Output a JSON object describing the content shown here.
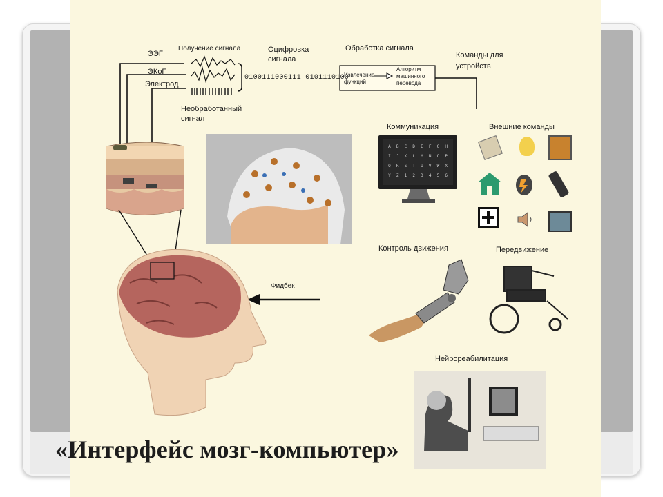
{
  "slide": {
    "title": "«Интерфейс мозг-компьютер»"
  },
  "diagram": {
    "signal_labels": {
      "eeg": "ЭЭГ",
      "ecog": "ЭКоГ",
      "electrode": "Электрод",
      "acquisition": "Получение сигнала",
      "raw_signal_line1": "Необработанный",
      "raw_signal_line2": "сигнал",
      "digitization_line1": "Оцифровка",
      "digitization_line2": "сигнала",
      "binary_stream": "0100111000111 0101110100",
      "processing": "Обработка сигнала",
      "feature_extraction_line1": "Извлечение",
      "feature_extraction_line2": "функций",
      "ml_algorithm_line1": "Алгоритм",
      "ml_algorithm_line2": "машинного",
      "ml_algorithm_line3": "перевода",
      "device_commands_line1": "Команды для",
      "device_commands_line2": "устройств"
    },
    "outputs": {
      "communication": "Коммуникация",
      "external_commands": "Внешние команды",
      "motion_control": "Контроль движения",
      "locomotion": "Передвижение",
      "feedback": "Фидбек",
      "neurorehabilitation": "Нейрореабилитация"
    },
    "keyboard_keys": [
      "A",
      "B",
      "C",
      "D",
      "E",
      "F",
      "G",
      "H",
      "I",
      "J",
      "K",
      "L",
      "M",
      "N",
      "O",
      "P",
      "Q",
      "R",
      "S",
      "T",
      "U",
      "V",
      "W",
      "X",
      "Y",
      "Z",
      "1",
      "2",
      "3",
      "4",
      "5",
      "6"
    ],
    "colors": {
      "panel": "#fbf7df",
      "slide_band": "#b2b2b2",
      "brain": "#b5655e",
      "skin": "#efcfae",
      "house": "#2c9a6e",
      "monitor": "#1f1f1f"
    },
    "icons": [
      "calculator-icon",
      "lightbulb-icon",
      "document-icon",
      "house-icon",
      "head-lightning-icon",
      "pen-icon",
      "plus-box-icon",
      "speaker-icon",
      "computer-icon"
    ]
  }
}
